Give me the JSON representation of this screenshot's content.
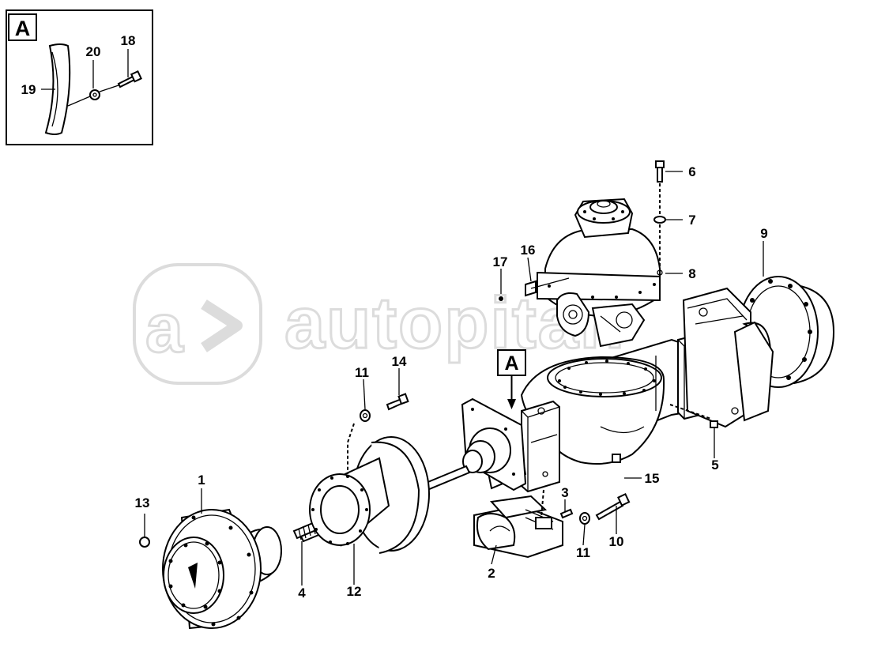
{
  "watermark": {
    "text": "autopitan"
  },
  "detail_view": {
    "letter": "A",
    "labels": [
      "20",
      "18",
      "19"
    ]
  },
  "view_marker": {
    "letter": "A"
  },
  "part_labels": {
    "p1": "1",
    "p2": "2",
    "p3": "3",
    "p4": "4",
    "p5": "5",
    "p6": "6",
    "p7": "7",
    "p8": "8",
    "p9": "9",
    "p10": "10",
    "p11a": "11",
    "p11b": "11",
    "p12": "12",
    "p13": "13",
    "p14": "14",
    "p15": "15",
    "p16": "16",
    "p17": "17"
  }
}
